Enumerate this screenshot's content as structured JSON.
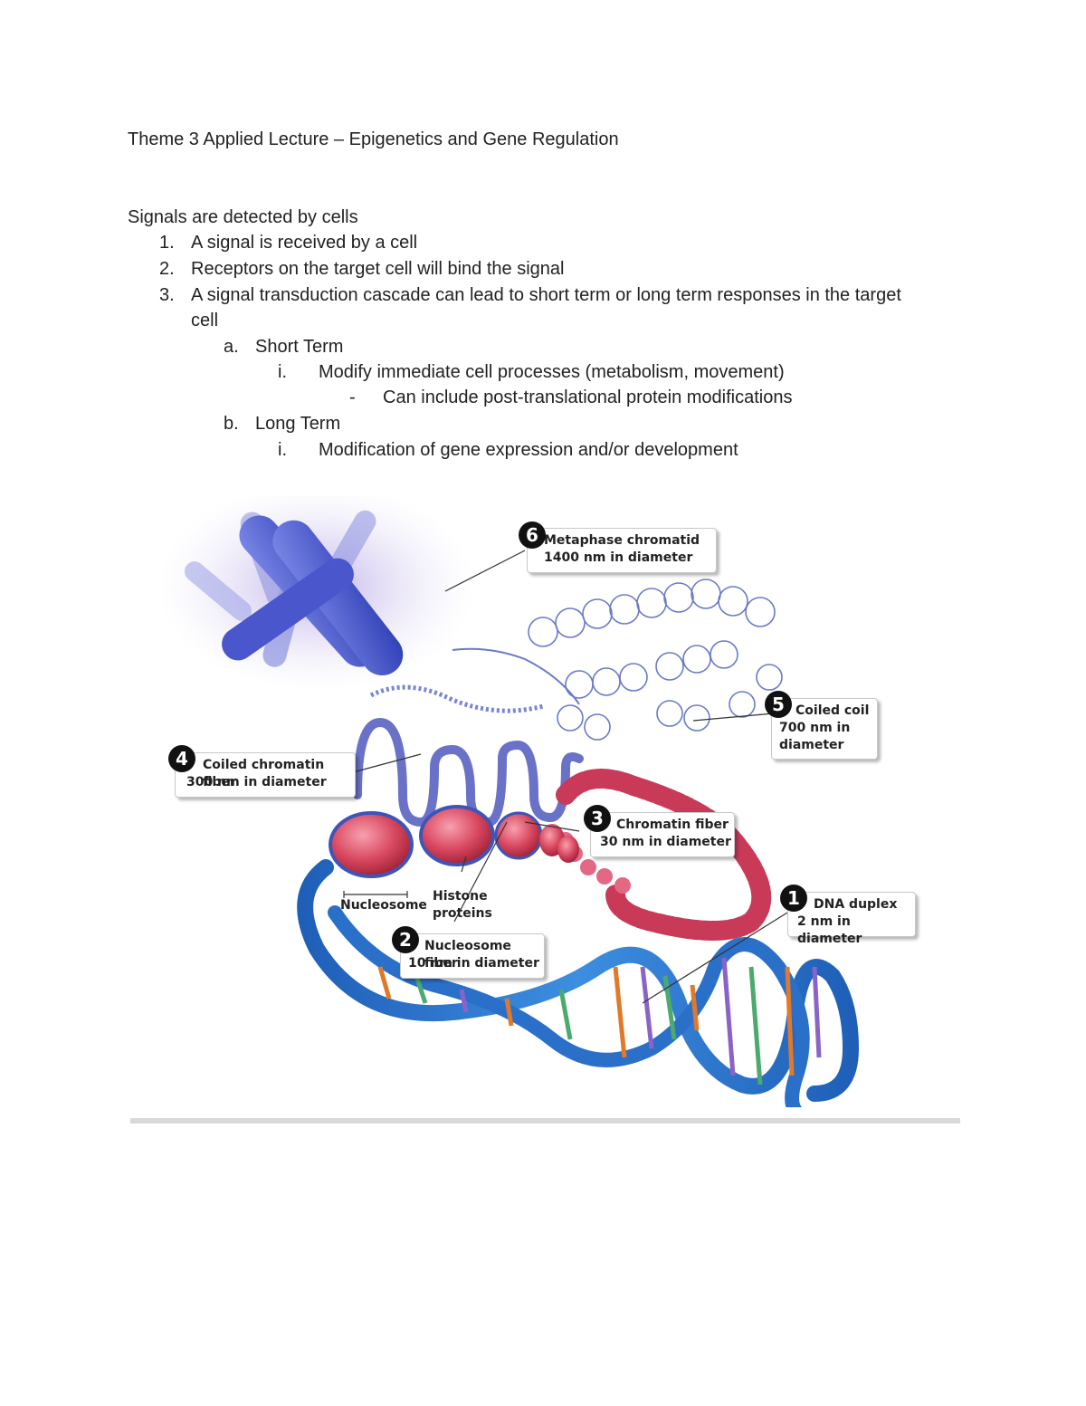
{
  "document": {
    "title": "Theme 3 Applied Lecture – Epigenetics and Gene Regulation",
    "section_heading": "Signals are detected by cells",
    "list": [
      {
        "marker": "1.",
        "text": "A signal is received by a cell"
      },
      {
        "marker": "2.",
        "text": "Receptors on the target cell will bind the signal"
      },
      {
        "marker": "3.",
        "text": "A signal transduction cascade can lead to short term or long term responses in the target",
        "text_cont": "cell"
      }
    ],
    "sublist": [
      {
        "marker": "a.",
        "text": "Short Term",
        "items": [
          {
            "marker": "i.",
            "text": "Modify immediate cell processes (metabolism, movement)",
            "bullets": [
              {
                "marker": "-",
                "text": "Can include post-translational protein modifications"
              }
            ]
          }
        ]
      },
      {
        "marker": "b.",
        "text": "Long Term",
        "items": [
          {
            "marker": "i.",
            "text": "Modification of gene expression and/or development"
          }
        ]
      }
    ]
  },
  "figure": {
    "callouts": [
      {
        "number": "6",
        "line1": "Metaphase chromatid",
        "line2": "1400 nm in diameter"
      },
      {
        "number": "5",
        "line1": "Coiled coil",
        "line2": "700 nm in",
        "line3": "diameter"
      },
      {
        "number": "4",
        "line1": "Coiled chromatin fiber",
        "line2": "300 nm in diameter"
      },
      {
        "number": "3",
        "line1": "Chromatin fiber",
        "line2": "30 nm in diameter"
      },
      {
        "number": "2",
        "line1": "Nucleosome fiber",
        "line2": "10 nm in diameter"
      },
      {
        "number": "1",
        "line1": "DNA duplex",
        "line2": "2 nm in diameter"
      }
    ],
    "labels": {
      "nucleosome": "Nucleosome",
      "histone_1": "Histone",
      "histone_2": "proteins"
    }
  }
}
